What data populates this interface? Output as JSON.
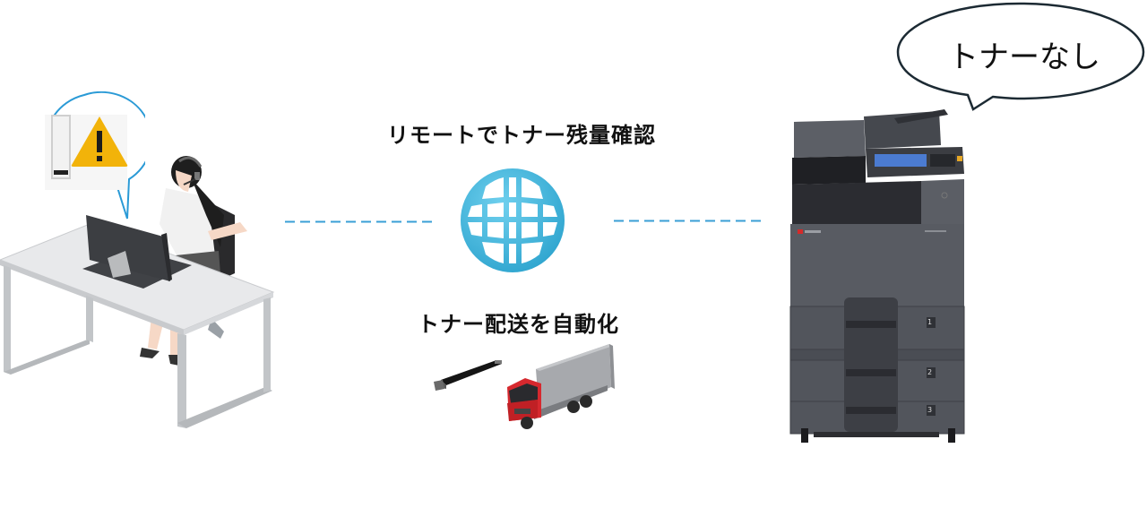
{
  "diagram": {
    "top_label": "リモートでトナー残量確認",
    "bottom_label": "トナー配送を自動化",
    "printer_speech": "トナーなし",
    "tray_numbers": [
      "1",
      "2",
      "3"
    ],
    "icons": {
      "operator": "support-operator-at-desk",
      "alert": "warning-icon",
      "toner_level": "toner-level-low-icon",
      "network": "globe-icon",
      "toner_cartridge": "toner-cartridge-icon",
      "truck": "delivery-truck-icon",
      "printer": "multifunction-printer"
    },
    "colors": {
      "connector_dash": "#3a9fd6",
      "alert_bubble_stroke": "#2a9ad6",
      "warning_yellow": "#f2b30a",
      "globe_blue": "#3bb3d8",
      "truck_cab_red": "#d6282e",
      "printer_body": "#55585f",
      "speech_stroke": "#1c2a33"
    }
  }
}
